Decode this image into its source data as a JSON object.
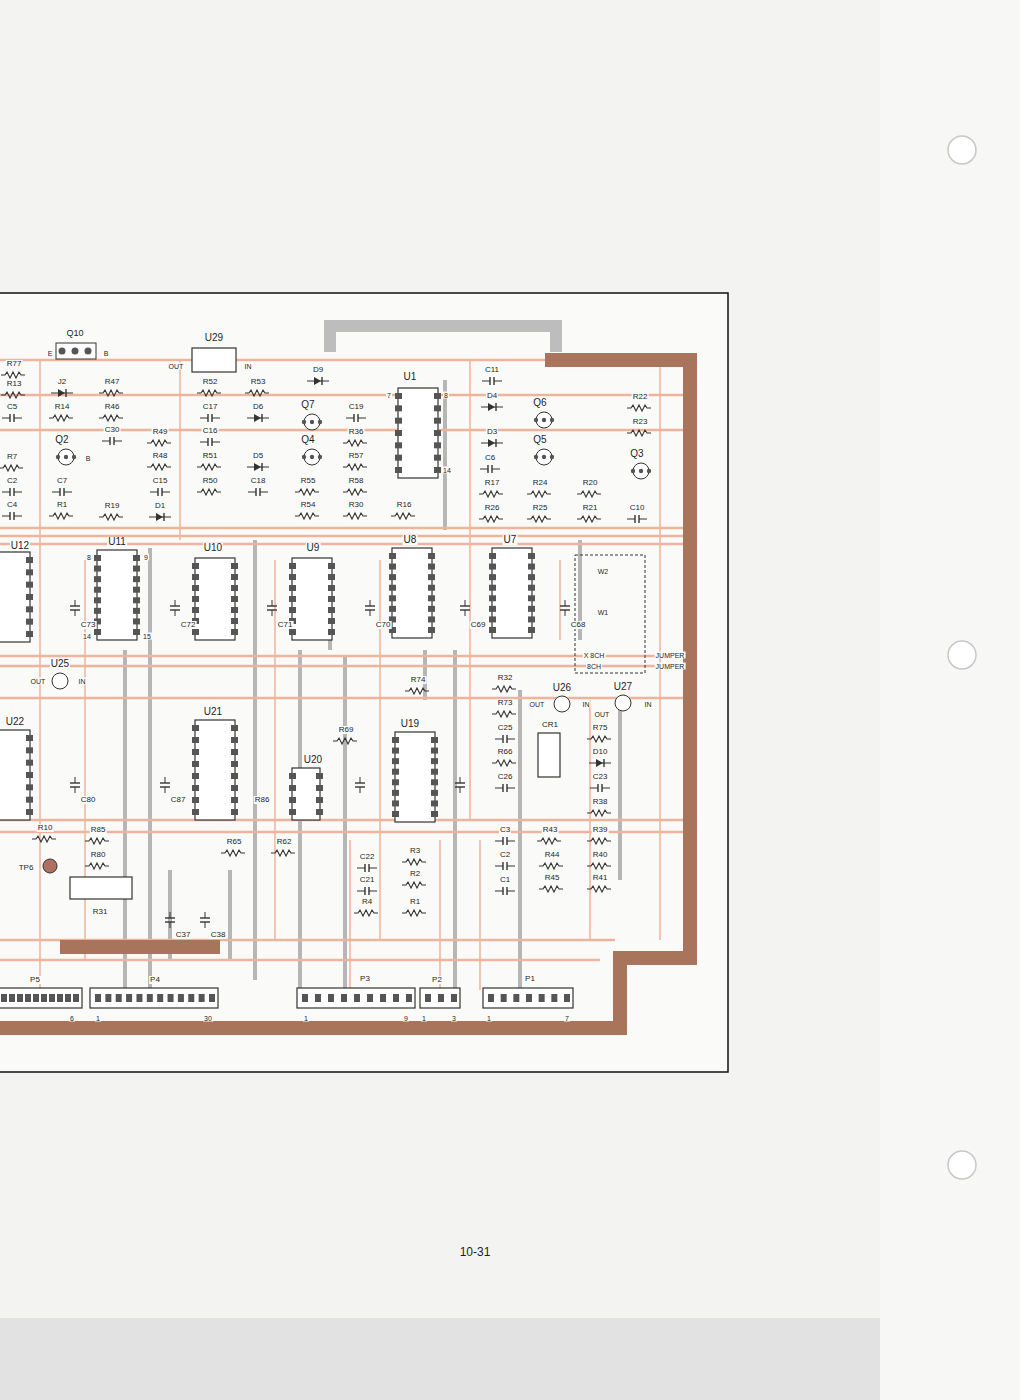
{
  "diagram": {
    "labels": [
      "Q10",
      "E",
      "B",
      "U29",
      "OUT",
      "IN",
      "R77",
      "R13",
      "C5",
      "R7",
      "C2",
      "C4",
      "J2",
      "R47",
      "R14",
      "R46",
      "C30",
      "Q2",
      "B",
      "C7",
      "R1",
      "R19",
      "D1",
      "R49",
      "R48",
      "C15",
      "R52",
      "C17",
      "C16",
      "R51",
      "R50",
      "R53",
      "D6",
      "D5",
      "C18",
      "D9",
      "Q7",
      "Q4",
      "C19",
      "R36",
      "R57",
      "R58",
      "R55",
      "R54",
      "R30",
      "R16",
      "U1",
      "C11",
      "D4",
      "Q6",
      "D3",
      "C6",
      "Q5",
      "R17",
      "R24",
      "R26",
      "R25",
      "R22",
      "R23",
      "Q3",
      "R20",
      "R21",
      "C10",
      "U12",
      "U11",
      "U10",
      "U9",
      "U8",
      "U7",
      "C73",
      "C72",
      "C71",
      "C70",
      "C69",
      "C68",
      "W2",
      "W1",
      "X 8CH",
      "JUMPER",
      "8CH",
      "JUMPER",
      "U25",
      "OUT",
      "IN",
      "R74",
      "R32",
      "U26",
      "OUT",
      "IN",
      "U27",
      "OUT",
      "IN",
      "R73",
      "R75",
      "C25",
      "CR1",
      "R66",
      "D10",
      "C26",
      "C23",
      "R38",
      "U22",
      "U21",
      "R69",
      "U19",
      "U20",
      "C80",
      "C87",
      "R86",
      "R10",
      "R85",
      "R80",
      "TP6",
      "R65",
      "R62",
      "C22",
      "C21",
      "R4",
      "R3",
      "R2",
      "R1",
      "C3",
      "C2",
      "C1",
      "R43",
      "R44",
      "R45",
      "R39",
      "R40",
      "R41",
      "R31",
      "C37",
      "C38",
      "P5",
      "P4",
      "P3",
      "P2",
      "P1",
      "6",
      "1",
      "30",
      "1",
      "9",
      "1",
      "3",
      "1",
      "7",
      "10-31",
      "7",
      "8",
      "14",
      "8",
      "9",
      "14",
      "15"
    ]
  }
}
